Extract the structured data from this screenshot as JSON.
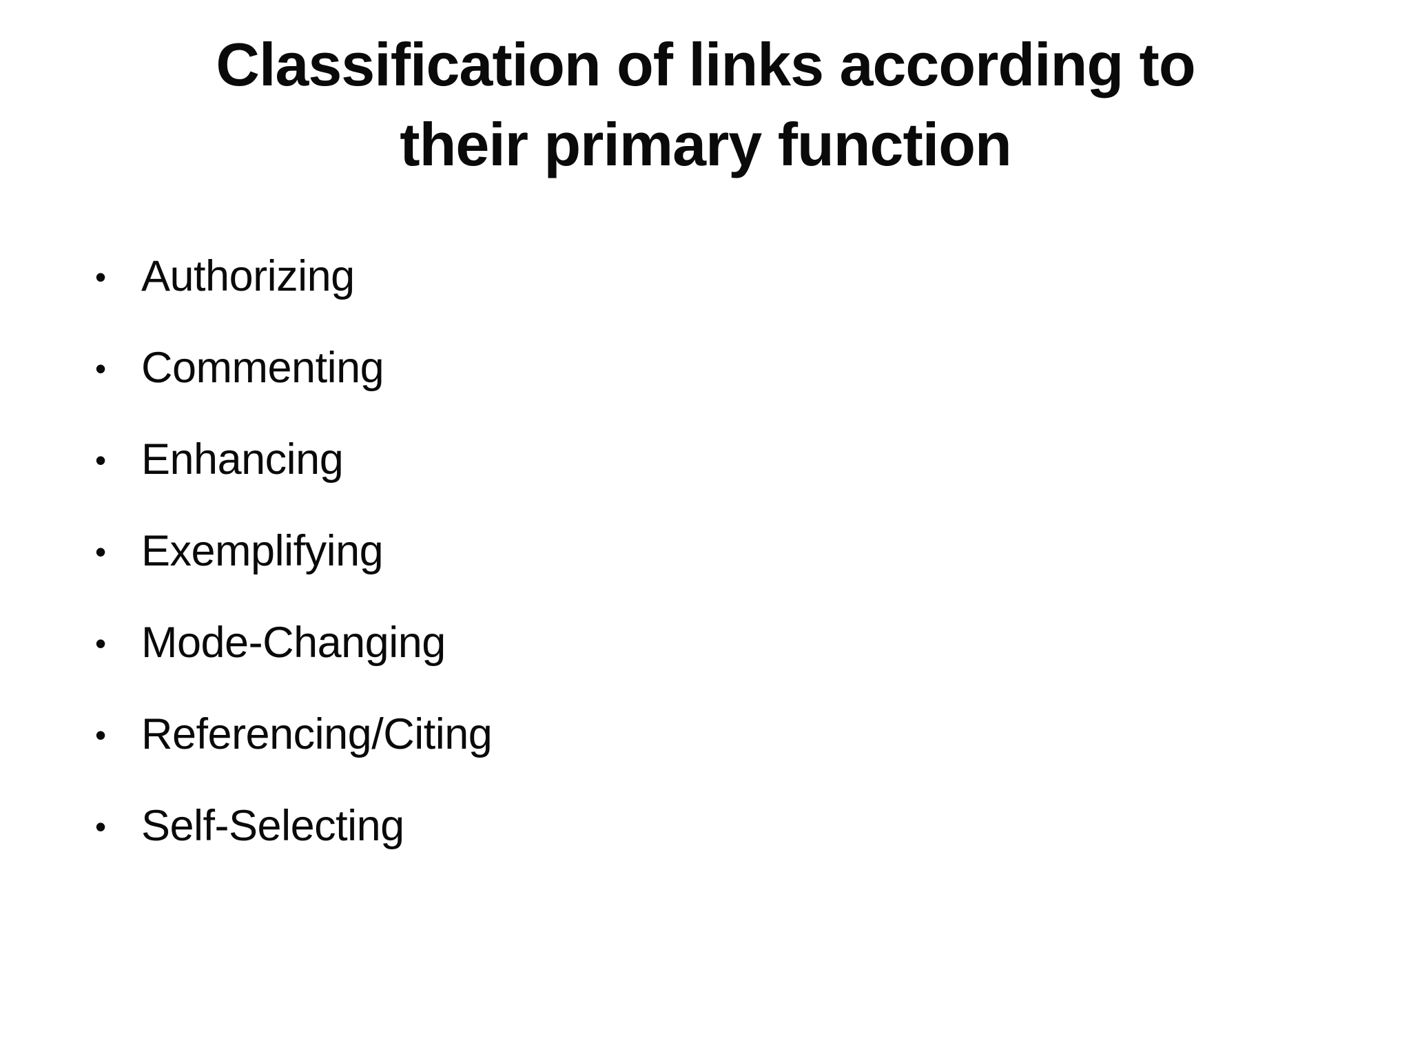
{
  "slide": {
    "title": {
      "full": "Classification of links according to their primary function",
      "line1": "Classification of links according to",
      "line2": "their primary function"
    },
    "bullet_glyph": "•",
    "bullets": [
      "Authorizing",
      "Commenting",
      "Enhancing",
      "Exemplifying",
      "Mode-Changing",
      "Referencing/Citing",
      "Self-Selecting"
    ],
    "colors": {
      "background": "#ffffff",
      "text": "#0a0a0a"
    }
  }
}
